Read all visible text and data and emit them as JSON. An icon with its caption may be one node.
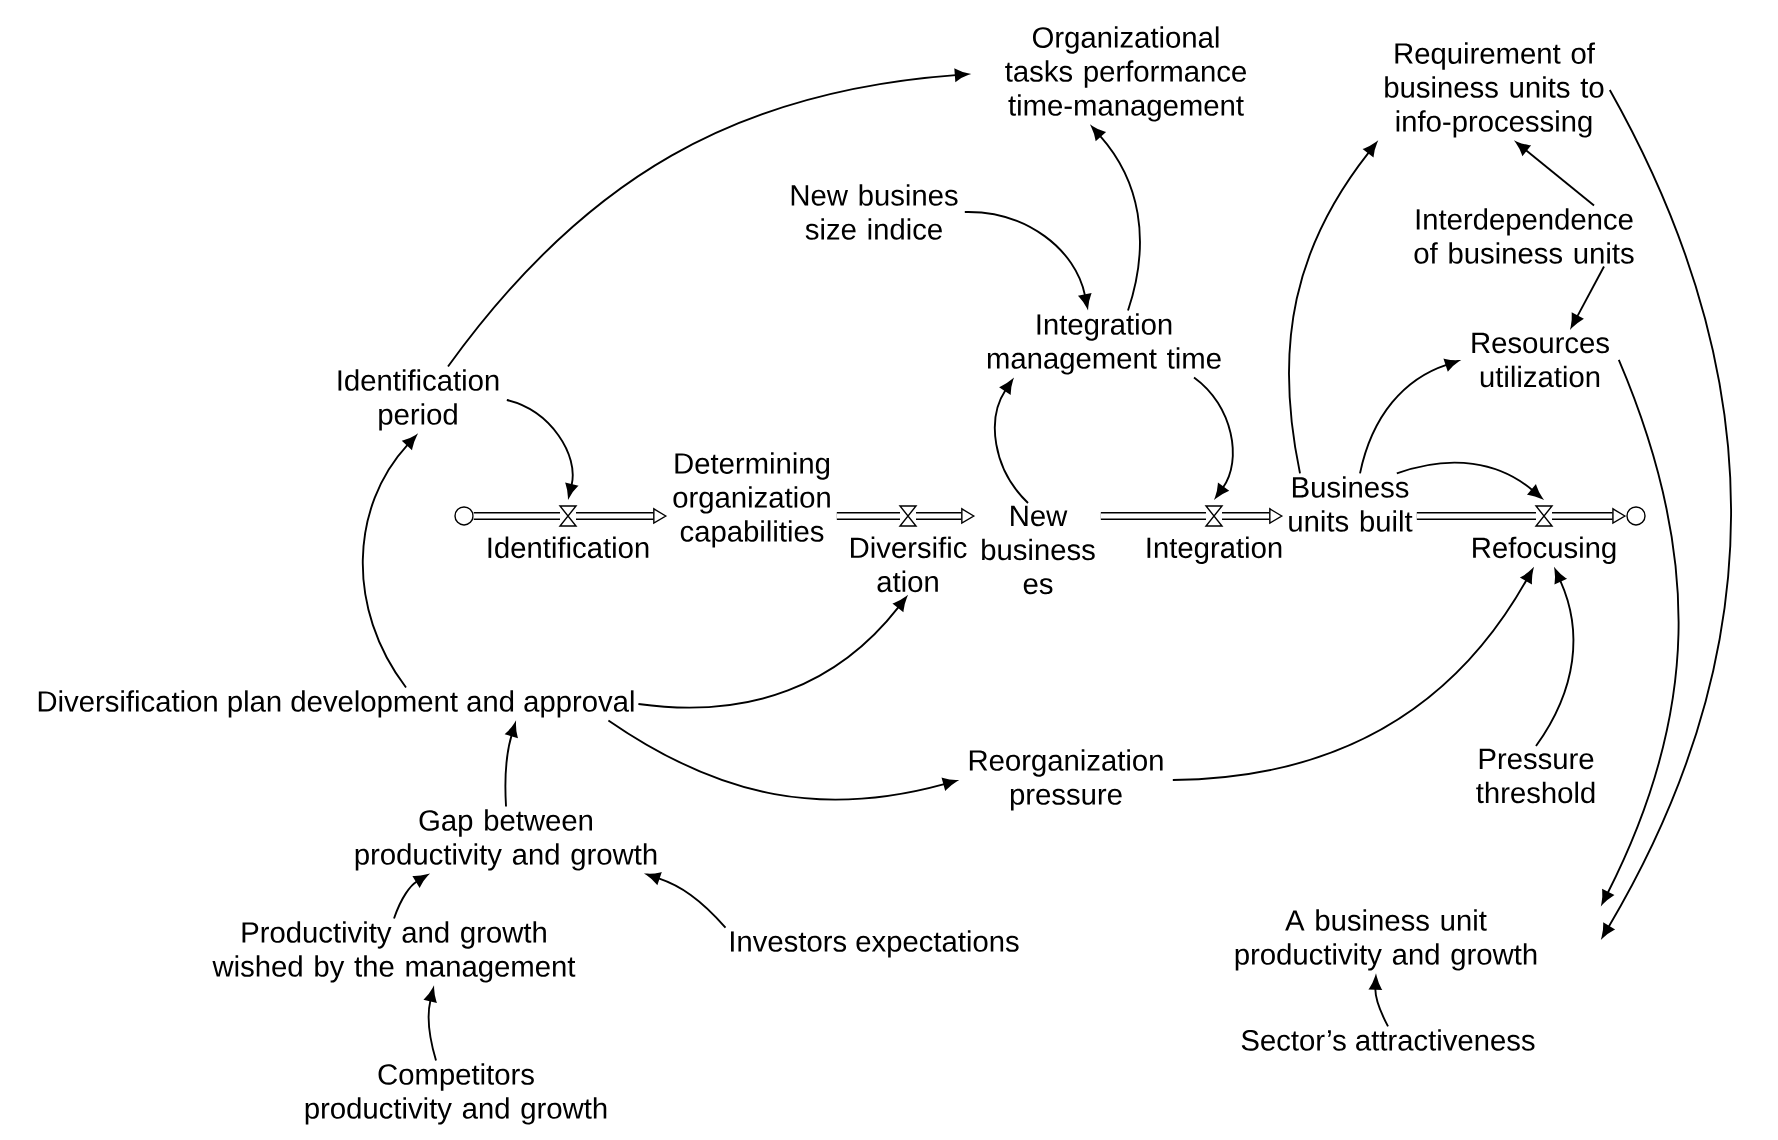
{
  "diagram": {
    "nodes": [
      {
        "text": [
          "Organizational tasks performance time-management"
        ]
      },
      {
        "text": [
          "Requirement of business units to info-processing"
        ]
      },
      {
        "text": [
          "New busines size indice"
        ]
      },
      {
        "text": [
          "Interdependence of business units"
        ]
      },
      {
        "text": [
          "Identification period"
        ]
      },
      {
        "text": [
          "Integration management time"
        ]
      },
      {
        "text": [
          "Resources utilization"
        ]
      },
      {
        "text": [],
        "shape": "cloud"
      },
      {
        "text": [
          "Identification"
        ]
      },
      {
        "text": [
          "Determining organization capabilities"
        ]
      },
      {
        "text": [
          "Diversific ation"
        ]
      },
      {
        "text": [
          "New business es"
        ]
      },
      {
        "text": [
          "Integration"
        ]
      },
      {
        "text": [
          "Business units built"
        ]
      },
      {
        "text": [
          "Refocusing"
        ]
      },
      {
        "text": [],
        "shape": "cloud"
      },
      {
        "text": [
          "Diversification plan development and approval"
        ]
      },
      {
        "text": [
          "Reorganization pressure"
        ]
      },
      {
        "text": [
          "Pressure threshold"
        ]
      },
      {
        "text": [
          "Gap between productivity and growth"
        ]
      },
      {
        "text": [
          "Productivity and growth wished by the management"
        ]
      },
      {
        "text": [
          "Investors expectations"
        ]
      },
      {
        "text": [
          "A business unit productivity and growth"
        ]
      },
      {
        "text": [
          "Competitors productivity and growth"
        ]
      },
      {
        "text": [
          "Sector’s attractiveness"
        ]
      }
    ],
    "edges": [
      {
        "from": 7,
        "to": 8,
        "arrow": "none",
        "style": "thick"
      },
      {
        "from": 8,
        "to": 9,
        "arrow": "to",
        "style": "thick"
      },
      {
        "from": 9,
        "to": 10,
        "arrow": "none",
        "style": "thick"
      },
      {
        "from": 10,
        "to": 11,
        "arrow": "to",
        "style": "thick"
      },
      {
        "from": 11,
        "to": 12,
        "arrow": "none",
        "style": "thick"
      },
      {
        "from": 12,
        "to": 13,
        "arrow": "to",
        "style": "thick"
      },
      {
        "from": 13,
        "to": 14,
        "arrow": "none",
        "style": "thick"
      },
      {
        "from": 14,
        "to": 15,
        "arrow": "to",
        "style": "thick"
      },
      {
        "from": 4,
        "to": 8,
        "arrow": "to"
      },
      {
        "from": 4,
        "to": 0,
        "arrow": "to"
      },
      {
        "from": 16,
        "to": 4,
        "arrow": "to"
      },
      {
        "from": 16,
        "to": 10,
        "arrow": "to"
      },
      {
        "from": 16,
        "to": 17,
        "arrow": "to"
      },
      {
        "from": 2,
        "to": 5,
        "arrow": "to"
      },
      {
        "from": 5,
        "to": 0,
        "arrow": "to"
      },
      {
        "from": 11,
        "to": 5,
        "arrow": "to"
      },
      {
        "from": 5,
        "to": 12,
        "arrow": "to"
      },
      {
        "from": 13,
        "to": 1,
        "arrow": "to"
      },
      {
        "from": 13,
        "to": 6,
        "arrow": "to"
      },
      {
        "from": 13,
        "to": 14,
        "arrow": "to"
      },
      {
        "from": 3,
        "to": 1,
        "arrow": "to"
      },
      {
        "from": 3,
        "to": 6,
        "arrow": "to"
      },
      {
        "from": 6,
        "to": 22,
        "arrow": "to"
      },
      {
        "from": 1,
        "to": 22,
        "arrow": "to"
      },
      {
        "from": 17,
        "to": 14,
        "arrow": "to"
      },
      {
        "from": 18,
        "to": 14,
        "arrow": "to"
      },
      {
        "from": 19,
        "to": 16,
        "arrow": "to"
      },
      {
        "from": 20,
        "to": 19,
        "arrow": "to"
      },
      {
        "from": 21,
        "to": 19,
        "arrow": "to"
      },
      {
        "from": 23,
        "to": 20,
        "arrow": "to"
      },
      {
        "from": 24,
        "to": 22,
        "arrow": "to"
      }
    ]
  }
}
